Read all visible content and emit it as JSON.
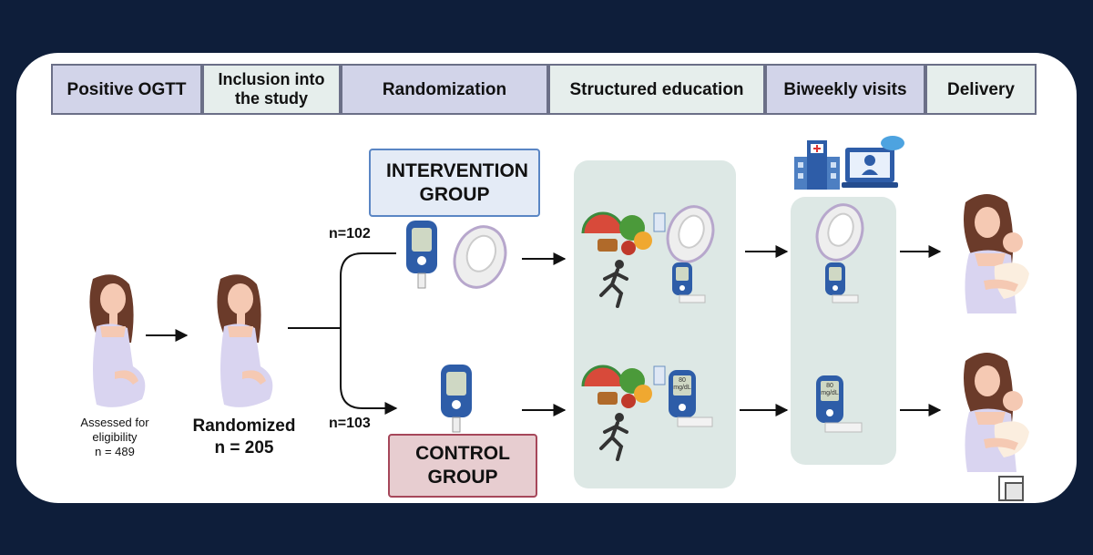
{
  "stages": [
    {
      "label": "Positive OGTT"
    },
    {
      "label": "Inclusion into the study"
    },
    {
      "label": "Randomization"
    },
    {
      "label": "Structured education"
    },
    {
      "label": "Biweekly visits"
    },
    {
      "label": "Delivery"
    }
  ],
  "assessed": {
    "label": "Assessed for eligibility",
    "count": "n = 489"
  },
  "randomized": {
    "label": "Randomized",
    "count": "n = 205"
  },
  "intervention": {
    "label": "INTERVENTION GROUP",
    "n": "n=102"
  },
  "control": {
    "label": "CONTROL GROUP",
    "n": "n=103"
  },
  "meter_reading": {
    "value": "80",
    "unit": "mg/dL"
  },
  "colors": {
    "background": "#0e1e3a",
    "stage_lavender": "#d2d4e9",
    "stage_green": "#e6eeec",
    "panel": "#dde8e5",
    "intervention_fill": "#e4ebf6",
    "intervention_border": "#5a86c4",
    "control_fill": "#e7cdd0",
    "control_border": "#a6475a",
    "skin": "#f5c9b3",
    "hair": "#6b3b2a",
    "dress": "#d9d4f0"
  },
  "icons": [
    "pregnant-woman-icon",
    "glucose-meter-icon",
    "cgm-sensor-icon",
    "food-icon",
    "runner-icon",
    "hospital-icon",
    "telemedicine-icon",
    "mother-baby-icon"
  ]
}
